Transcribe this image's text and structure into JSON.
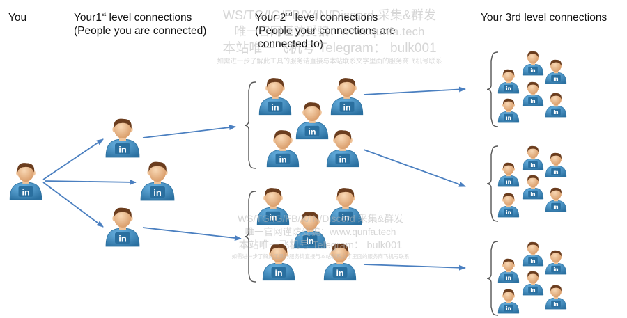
{
  "headers": {
    "you": "You",
    "level1_prefix": "Your1",
    "level1_sup": "st",
    "level1_suffix": " level connections",
    "level1_line2": "(People you are connected)",
    "level2_prefix": "Your 2",
    "level2_sup": "nd",
    "level2_suffix": " level connections",
    "level2_line2": "(People your connections are",
    "level2_line3": "connected to)",
    "level3": "Your 3rd level connections"
  },
  "badge_text": "in",
  "colors": {
    "shirt": "#3f8fc6",
    "shirt_dark": "#2a6f9f",
    "skin": "#f0c49a",
    "hair": "#6b3d1e",
    "arrow": "#4a7fc0",
    "bracket": "#555555",
    "badge_bg": "#ffffff"
  },
  "watermark": {
    "line1": "WS/TG/IG/FB/X/IN/Discord 采集&群发",
    "line2": "唯一官网谨防受骗：www.qunfa.tech",
    "line3": "本站唯一飞机号 Telegram： bulk001",
    "line4": "如需进一步了解此工具的服务请直接与本站联系文字里面的服务商飞机号联系"
  }
}
